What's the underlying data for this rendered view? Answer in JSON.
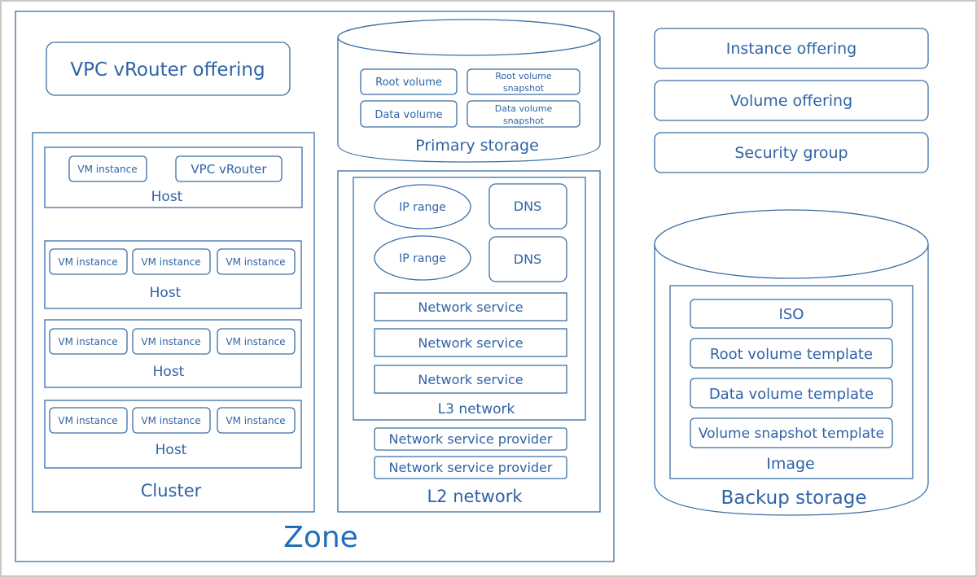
{
  "colors": {
    "stroke": "#3a6ea5",
    "text": "#2f63a6",
    "zone_text": "#1f6fb8"
  },
  "zone": {
    "label": "Zone"
  },
  "vpc_vrouter_offering": {
    "label": "VPC vRouter offering"
  },
  "cluster": {
    "label": "Cluster",
    "hosts": [
      {
        "label": "Host",
        "items": [
          "VM instance",
          "VPC vRouter"
        ]
      },
      {
        "label": "Host",
        "items": [
          "VM instance",
          "VM instance",
          "VM instance"
        ]
      },
      {
        "label": "Host",
        "items": [
          "VM instance",
          "VM instance",
          "VM instance"
        ]
      },
      {
        "label": "Host",
        "items": [
          "VM instance",
          "VM instance",
          "VM instance"
        ]
      }
    ]
  },
  "primary_storage": {
    "label": "Primary storage",
    "items": [
      {
        "line1": "Root volume",
        "line2": ""
      },
      {
        "line1": "Root volume",
        "line2": "snapshot"
      },
      {
        "line1": "Data volume",
        "line2": ""
      },
      {
        "line1": "Data volume",
        "line2": "snapshot"
      }
    ]
  },
  "l2_network": {
    "label": "L2 network",
    "providers": [
      "Network service provider",
      "Network service provider"
    ],
    "l3_network": {
      "label": "L3 network",
      "ip_ranges": [
        "IP range",
        "IP range"
      ],
      "dns": [
        "DNS",
        "DNS"
      ],
      "services": [
        "Network service",
        "Network service",
        "Network service"
      ]
    }
  },
  "offerings": [
    "Instance offering",
    "Volume offering",
    "Security group"
  ],
  "backup_storage": {
    "label": "Backup storage",
    "image": {
      "label": "Image",
      "items": [
        "ISO",
        "Root volume template",
        "Data volume template",
        "Volume snapshot template"
      ]
    }
  }
}
